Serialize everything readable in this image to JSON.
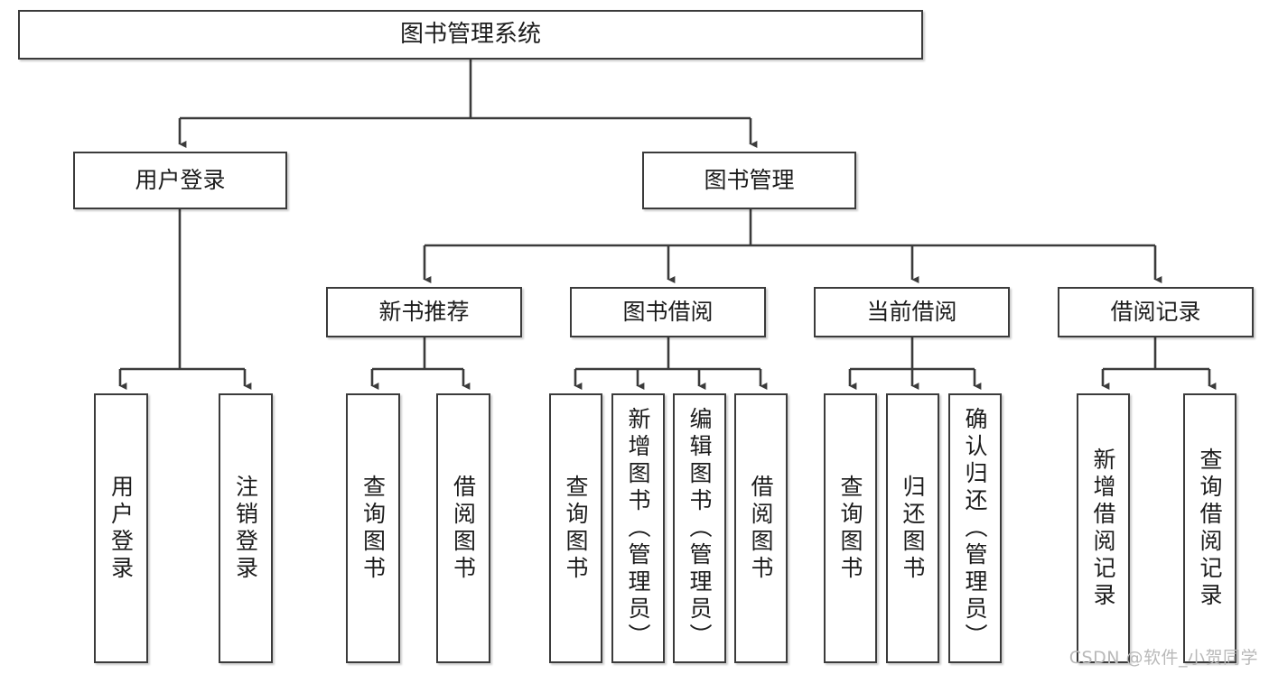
{
  "diagram": {
    "title": "图书管理系统",
    "type": "tree",
    "watermark": "CSDN @软件_小贺同学",
    "colors": {
      "border": "#3b3b3b",
      "text": "#1c1c1c",
      "background": "#ffffff",
      "watermark": "#b9b9b9"
    },
    "root": {
      "label": "图书管理系统"
    },
    "level2": [
      {
        "label": "用户登录"
      },
      {
        "label": "图书管理"
      }
    ],
    "level3": [
      {
        "label": "新书推荐"
      },
      {
        "label": "图书借阅"
      },
      {
        "label": "当前借阅"
      },
      {
        "label": "借阅记录"
      }
    ],
    "leaves": {
      "user_login": [
        {
          "label": "用户登录"
        },
        {
          "label": "注销登录"
        }
      ],
      "new_book_recommend": [
        {
          "label": "查询图书"
        },
        {
          "label": "借阅图书"
        }
      ],
      "book_borrow": [
        {
          "label": "查询图书"
        },
        {
          "label": "新增图书（管理员）"
        },
        {
          "label": "编辑图书（管理员）"
        },
        {
          "label": "借阅图书"
        }
      ],
      "current_borrow": [
        {
          "label": "查询图书"
        },
        {
          "label": "归还图书"
        },
        {
          "label": "确认归还（管理员）"
        }
      ],
      "borrow_record": [
        {
          "label": "新增借阅记录"
        },
        {
          "label": "查询借阅记录"
        }
      ]
    }
  }
}
